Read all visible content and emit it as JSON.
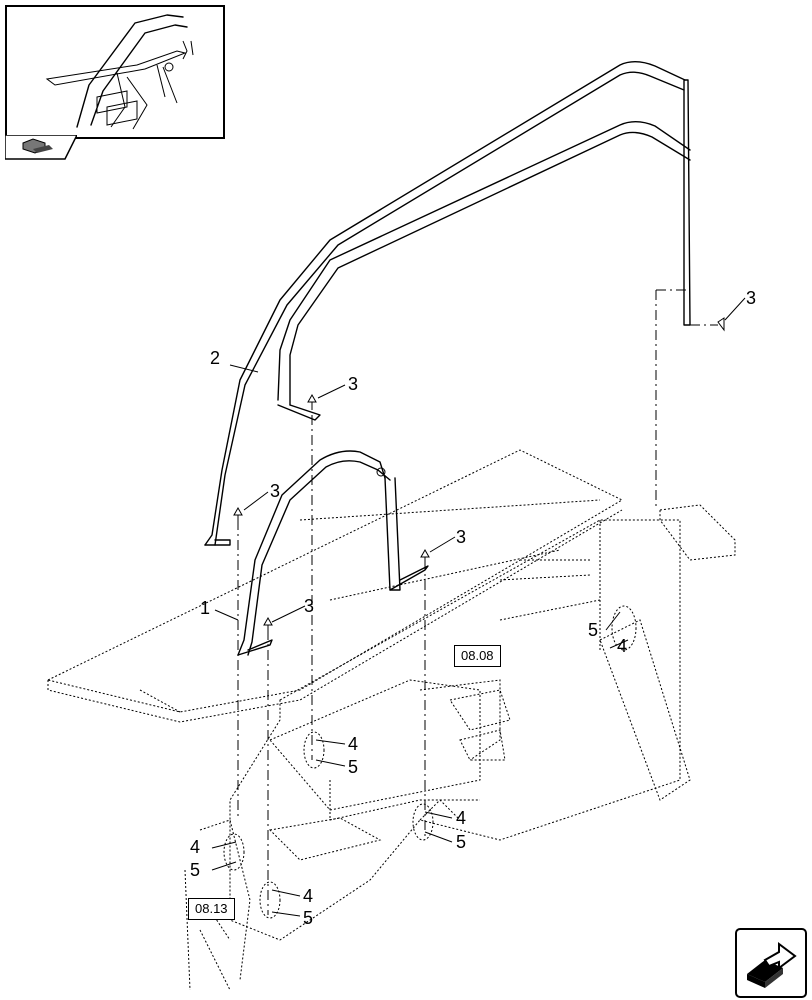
{
  "callouts": {
    "c1": "1",
    "c2": "2",
    "c3a": "3",
    "c3b": "3",
    "c3c": "3",
    "c3d": "3",
    "c3e": "3",
    "c4a": "4",
    "c4b": "4",
    "c4c": "4",
    "c4d": "4",
    "c4e": "4",
    "c5a": "5",
    "c5b": "5",
    "c5c": "5",
    "c5d": "5",
    "c5e": "5"
  },
  "refs": {
    "ref_a": "08.08",
    "ref_b": "08.13"
  },
  "icons": {
    "thumbnail": "overview-thumbnail",
    "back": "previous-page-icon",
    "next": "next-page-icon"
  }
}
